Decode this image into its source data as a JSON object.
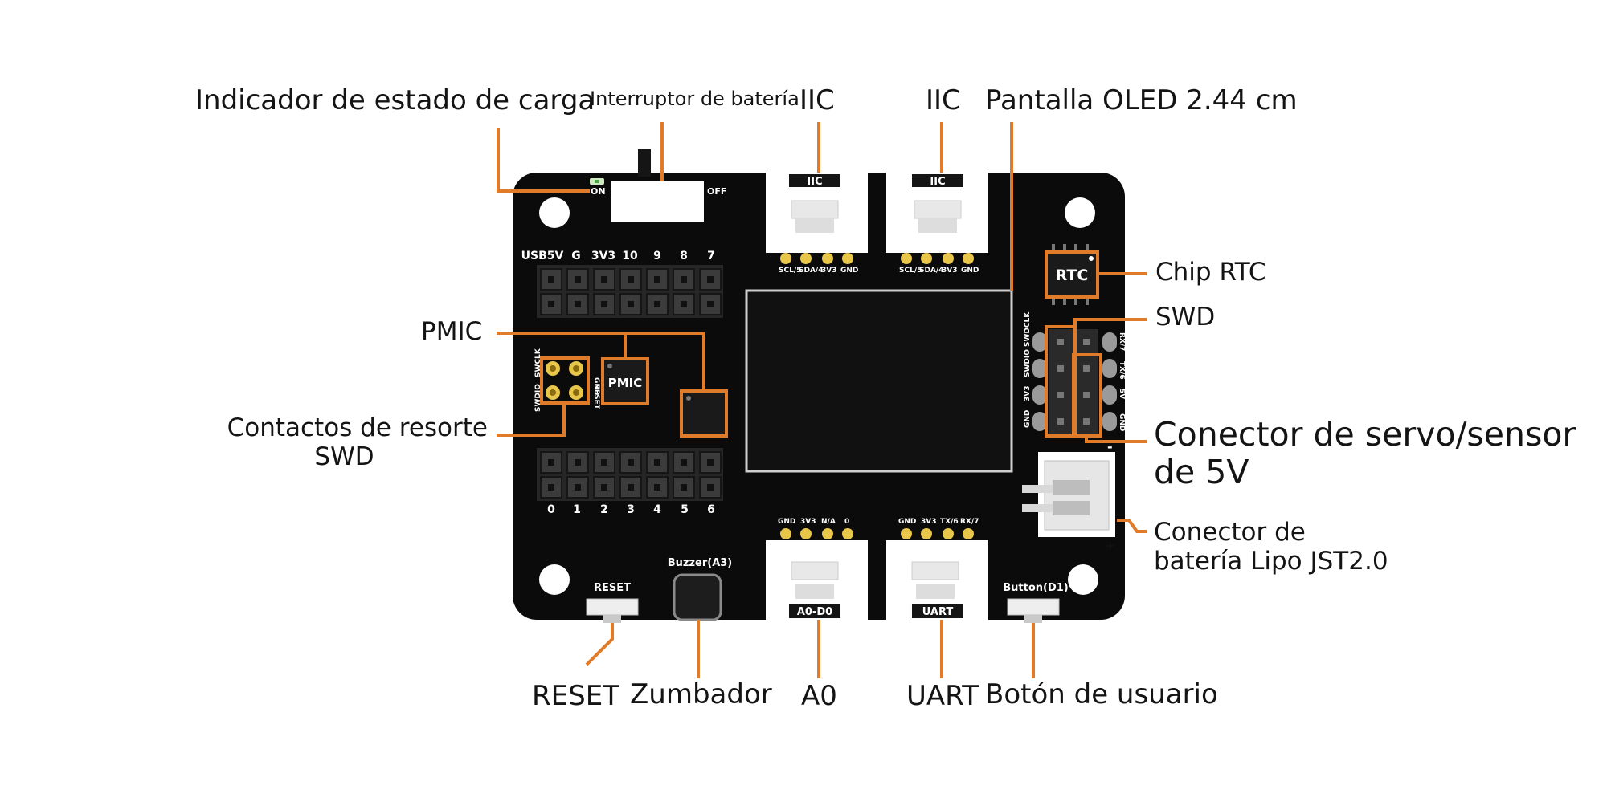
{
  "colors": {
    "accent": "#e07b2a",
    "board": "#0b0b0b",
    "text": "#141414",
    "connector": "#ffffff",
    "pad": "#e8c64a"
  },
  "callouts": {
    "charge_indicator": "Indicador de estado de carga",
    "battery_switch": "Interruptor de batería",
    "iic_left": "IIC",
    "iic_right": "IIC",
    "oled": "Pantalla OLED 2.44 cm",
    "rtc": "Chip RTC",
    "swd": "SWD",
    "pmic": "PMIC",
    "spring_contacts_line1": "Contactos de resorte",
    "spring_contacts_line2": "SWD",
    "servo_line1": "Conector de servo/sensor",
    "servo_line2": "de 5V",
    "battery_line1": "Conector de",
    "battery_line2": "batería Lipo JST2.0",
    "reset": "RESET",
    "buzzer": "Zumbador",
    "a0": "A0",
    "uart": "UART",
    "user_button": "Botón de usuario"
  },
  "board": {
    "switch_on": "ON",
    "switch_off": "OFF",
    "top_header_labels": [
      "USB5V",
      "G",
      "3V3",
      "10",
      "9",
      "8",
      "7"
    ],
    "bottom_header_labels": [
      "0",
      "1",
      "2",
      "3",
      "4",
      "5",
      "6"
    ],
    "iic_left_label": "IIC",
    "iic_right_label": "IIC",
    "iic_left_pins": [
      "SCL/5",
      "SDA/4",
      "3V3",
      "GND"
    ],
    "iic_right_pins": [
      "SCL/5",
      "SDA/4",
      "3V3",
      "GND"
    ],
    "a0_pins": [
      "GND",
      "3V3",
      "N/A",
      "0"
    ],
    "uart_pins": [
      "GND",
      "3V3",
      "TX/6",
      "RX/7"
    ],
    "a0_label": "A0-D0",
    "uart_label": "UART",
    "rtc_chip": "RTC",
    "pmic_chip": "PMIC",
    "spring_pins": [
      "SWCLK",
      "GND",
      "SWDIO",
      "RESET"
    ],
    "swd_left_pins": [
      "SWDCLK",
      "SWDIO",
      "3V3",
      "GND"
    ],
    "swd_right_pins": [
      "RX/7",
      "TX/6",
      "5V",
      "GND"
    ],
    "jst_minus": "-",
    "jst_plus": "+",
    "reset_label": "RESET",
    "buzzer_label": "Buzzer(A3)",
    "button_label": "Button(D1)"
  }
}
